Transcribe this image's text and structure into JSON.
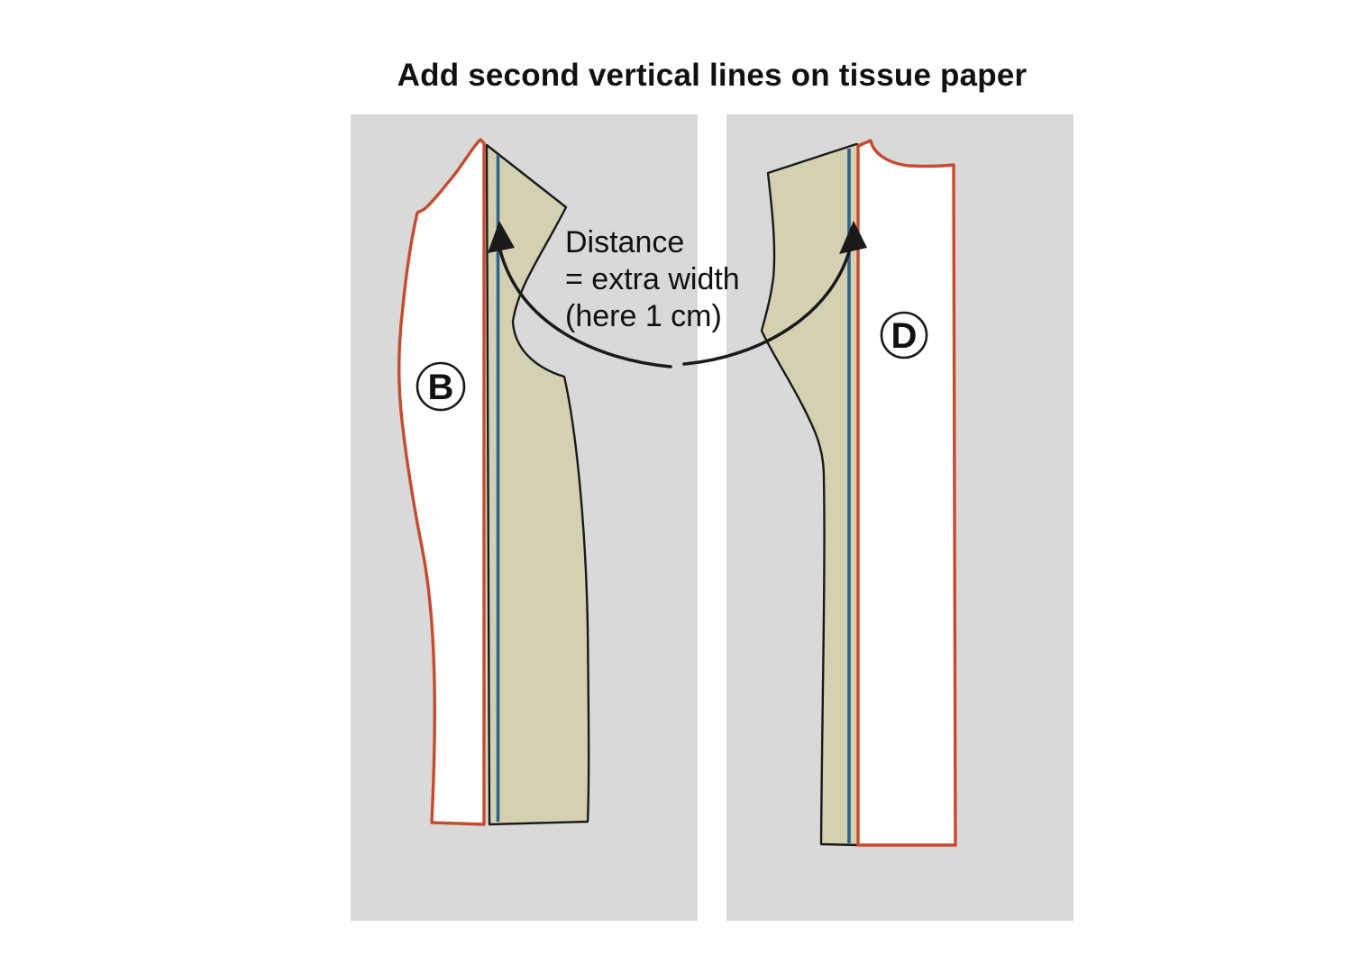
{
  "title": "Add second vertical lines on tissue paper",
  "annotation": {
    "lines": [
      "Distance",
      "= extra width",
      "(here 1 cm)"
    ]
  },
  "pieces": {
    "left_label": "B",
    "right_label": "D"
  },
  "colors": {
    "tissue_paper_gray": "#d9d9d9",
    "tissue_extension_khaki": "#d4d1b3",
    "pattern_outline_red": "#c74a2e",
    "second_line_blue": "#336289",
    "outline_black": "#1a1a1a",
    "pattern_piece_white": "#ffffff"
  }
}
